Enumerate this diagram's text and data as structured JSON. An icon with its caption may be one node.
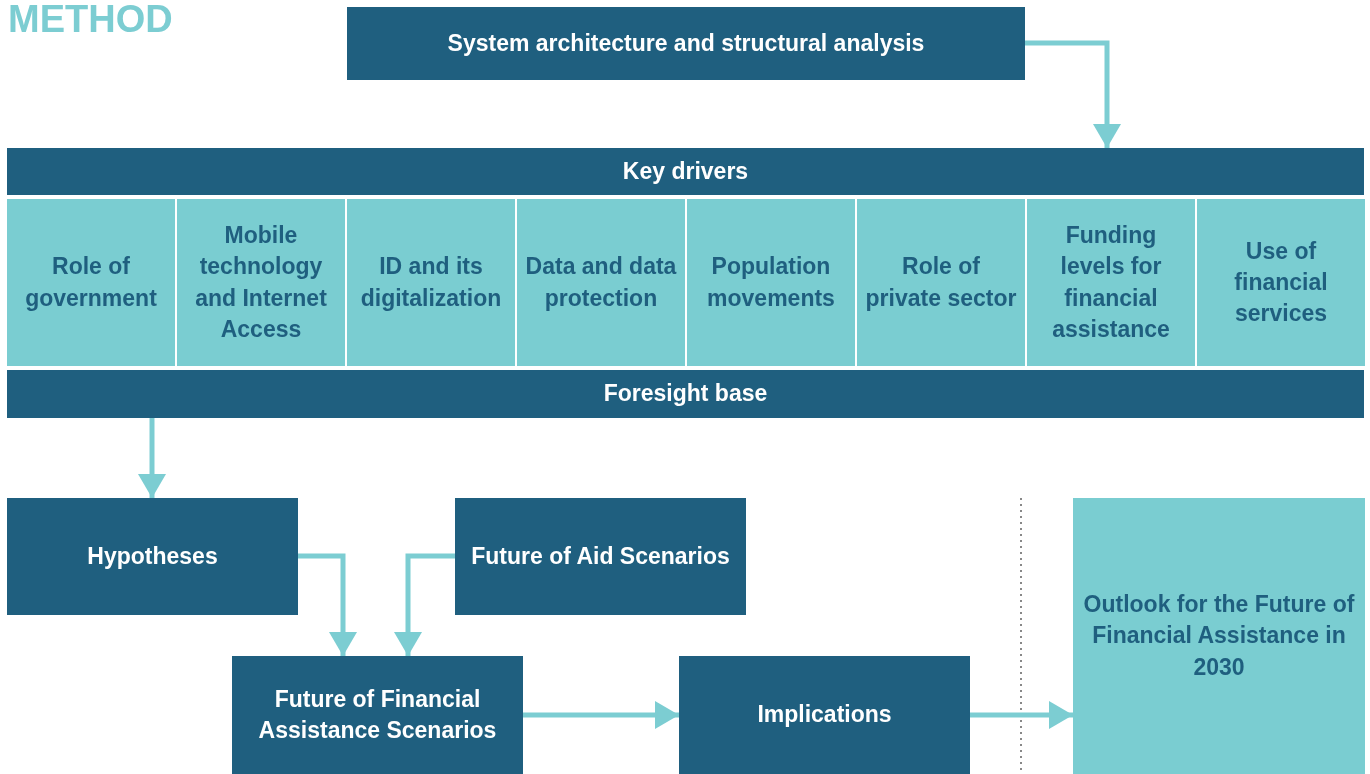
{
  "diagram": {
    "title": "METHOD",
    "nodes": [
      {
        "text": [
          "System architecture and structural analysis"
        ]
      },
      {
        "text": [
          "Key drivers"
        ]
      },
      {
        "text": [
          "Role of government"
        ]
      },
      {
        "text": [
          "Mobile technology and Internet Access"
        ]
      },
      {
        "text": [
          "ID and its digitalization"
        ]
      },
      {
        "text": [
          "Data and data protection"
        ]
      },
      {
        "text": [
          "Population movements"
        ]
      },
      {
        "text": [
          "Role of private sector"
        ]
      },
      {
        "text": [
          "Funding levels for financial assistance"
        ]
      },
      {
        "text": [
          "Use of financial services"
        ]
      },
      {
        "text": [
          "Foresight base"
        ]
      },
      {
        "text": [
          "Hypotheses"
        ]
      },
      {
        "text": [
          "Future of Aid Scenarios"
        ]
      },
      {
        "text": [
          "Future of Financial Assistance Scenarios"
        ]
      },
      {
        "text": [
          "Implications"
        ]
      },
      {
        "text": [
          "Outlook for the Future of Financial Assistance in 2030"
        ]
      }
    ],
    "edges": [
      {
        "from": 0,
        "to": 1,
        "arrow": "to"
      },
      {
        "from": 10,
        "to": 11,
        "arrow": "to"
      },
      {
        "from": 11,
        "to": 13,
        "arrow": "to"
      },
      {
        "from": 12,
        "to": 13,
        "arrow": "to"
      },
      {
        "from": 13,
        "to": 14,
        "arrow": "to"
      },
      {
        "from": 14,
        "to": 15,
        "arrow": "to"
      }
    ]
  }
}
